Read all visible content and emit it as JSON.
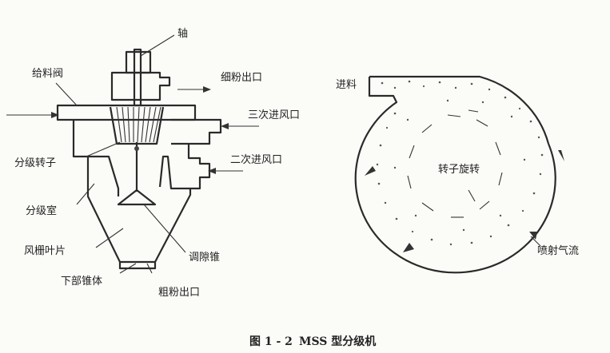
{
  "title": "MSS 型分级机",
  "labels": {
    "shaft": "轴",
    "feed_valve": "给料阀",
    "fine_outlet": "细粉出口",
    "third_air_inlet": "三次进风口",
    "second_air_inlet": "二次进风口",
    "classifier_rotor": "分级转子",
    "classifying_chamber": "分级室",
    "grille_blade": "风栅叶片",
    "lower_cone": "下部锥体",
    "adjusting_cone": "调隙锥",
    "coarse_outlet": "粗粉出口",
    "feed": "进料",
    "rotor_rotation": "转子旋转",
    "jet_airflow": "喷射气流"
  },
  "caption": {
    "figure_number": "图 1 - 2",
    "title": "MSS 型分级机"
  }
}
